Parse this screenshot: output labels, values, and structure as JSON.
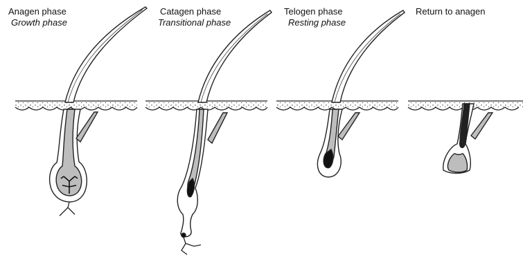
{
  "phases": [
    {
      "title": "Anagen phase",
      "subtitle": "Growth phase"
    },
    {
      "title": "Catagen phase",
      "subtitle": "Transitional phase"
    },
    {
      "title": "Telogen phase",
      "subtitle": "Resting phase"
    },
    {
      "title": "Return to anagen",
      "subtitle": ""
    }
  ]
}
